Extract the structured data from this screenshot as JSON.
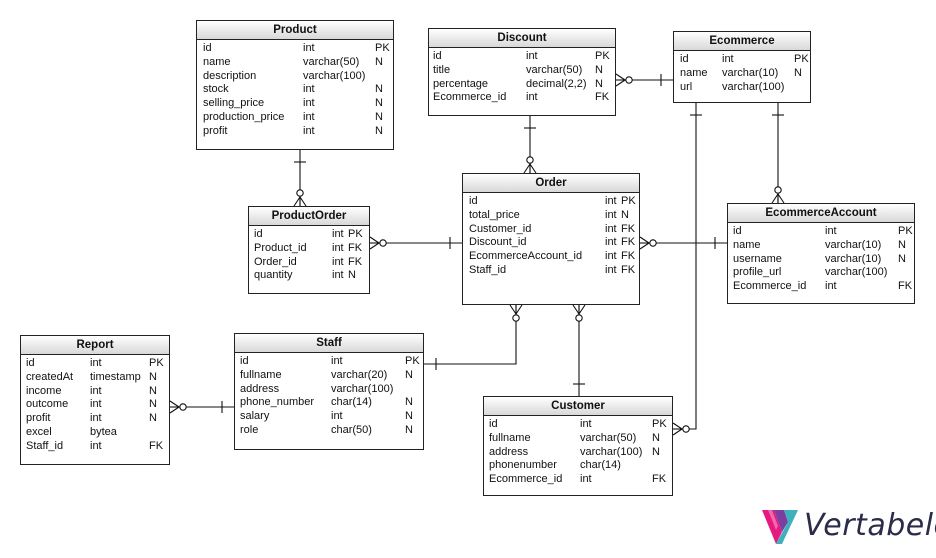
{
  "entities": {
    "product": {
      "title": "Product",
      "columns": [
        {
          "name": "id",
          "type": "int",
          "flag": "PK"
        },
        {
          "name": "name",
          "type": "varchar(50)",
          "flag": "N"
        },
        {
          "name": "description",
          "type": "varchar(100)",
          "flag": ""
        },
        {
          "name": "stock",
          "type": "int",
          "flag": "N"
        },
        {
          "name": "selling_price",
          "type": "int",
          "flag": "N"
        },
        {
          "name": "production_price",
          "type": "int",
          "flag": "N"
        },
        {
          "name": "profit",
          "type": "int",
          "flag": "N"
        }
      ]
    },
    "discount": {
      "title": "Discount",
      "columns": [
        {
          "name": "id",
          "type": "int",
          "flag": "PK"
        },
        {
          "name": "title",
          "type": "varchar(50)",
          "flag": "N"
        },
        {
          "name": "percentage",
          "type": "decimal(2,2)",
          "flag": "N"
        },
        {
          "name": "Ecommerce_id",
          "type": "int",
          "flag": "FK"
        }
      ]
    },
    "ecommerce": {
      "title": "Ecommerce",
      "columns": [
        {
          "name": "id",
          "type": "int",
          "flag": "PK"
        },
        {
          "name": "name",
          "type": "varchar(10)",
          "flag": "N"
        },
        {
          "name": "url",
          "type": "varchar(100)",
          "flag": ""
        }
      ]
    },
    "order": {
      "title": "Order",
      "columns": [
        {
          "name": "id",
          "type": "int",
          "flag": "PK"
        },
        {
          "name": "total_price",
          "type": "int",
          "flag": "N"
        },
        {
          "name": "Customer_id",
          "type": "int",
          "flag": "FK"
        },
        {
          "name": "Discount_id",
          "type": "int",
          "flag": "FK"
        },
        {
          "name": "EcommerceAccount_id",
          "type": "int",
          "flag": "FK"
        },
        {
          "name": "Staff_id",
          "type": "int",
          "flag": "FK"
        }
      ]
    },
    "productorder": {
      "title": "ProductOrder",
      "columns": [
        {
          "name": "id",
          "type": "int",
          "flag": "PK"
        },
        {
          "name": "Product_id",
          "type": "int",
          "flag": "FK"
        },
        {
          "name": "Order_id",
          "type": "int",
          "flag": "FK"
        },
        {
          "name": "quantity",
          "type": "int",
          "flag": "N"
        }
      ]
    },
    "ecommerceaccount": {
      "title": "EcommerceAccount",
      "columns": [
        {
          "name": "id",
          "type": "int",
          "flag": "PK"
        },
        {
          "name": "name",
          "type": "varchar(10)",
          "flag": "N"
        },
        {
          "name": "username",
          "type": "varchar(10)",
          "flag": "N"
        },
        {
          "name": "profile_url",
          "type": "varchar(100)",
          "flag": ""
        },
        {
          "name": "Ecommerce_id",
          "type": "int",
          "flag": "FK"
        }
      ]
    },
    "report": {
      "title": "Report",
      "columns": [
        {
          "name": "id",
          "type": "int",
          "flag": "PK"
        },
        {
          "name": "createdAt",
          "type": "timestamp",
          "flag": "N"
        },
        {
          "name": "income",
          "type": "int",
          "flag": "N"
        },
        {
          "name": "outcome",
          "type": "int",
          "flag": "N"
        },
        {
          "name": "profit",
          "type": "int",
          "flag": "N"
        },
        {
          "name": "excel",
          "type": "bytea",
          "flag": ""
        },
        {
          "name": "Staff_id",
          "type": "int",
          "flag": "FK"
        }
      ]
    },
    "staff": {
      "title": "Staff",
      "columns": [
        {
          "name": "id",
          "type": "int",
          "flag": "PK"
        },
        {
          "name": "fullname",
          "type": "varchar(20)",
          "flag": "N"
        },
        {
          "name": "address",
          "type": "varchar(100)",
          "flag": ""
        },
        {
          "name": "phone_number",
          "type": "char(14)",
          "flag": "N"
        },
        {
          "name": "salary",
          "type": "int",
          "flag": "N"
        },
        {
          "name": "role",
          "type": "char(50)",
          "flag": "N"
        }
      ]
    },
    "customer": {
      "title": "Customer",
      "columns": [
        {
          "name": "id",
          "type": "int",
          "flag": "PK"
        },
        {
          "name": "fullname",
          "type": "varchar(50)",
          "flag": "N"
        },
        {
          "name": "address",
          "type": "varchar(100)",
          "flag": "N"
        },
        {
          "name": "phonenumber",
          "type": "char(14)",
          "flag": ""
        },
        {
          "name": "Ecommerce_id",
          "type": "int",
          "flag": "FK"
        }
      ]
    }
  },
  "relationships": [
    {
      "one": "product",
      "many": "productorder"
    },
    {
      "one": "order",
      "many": "productorder"
    },
    {
      "one": "ecommerce",
      "many": "discount"
    },
    {
      "one": "discount",
      "many": "order"
    },
    {
      "one": "ecommerce",
      "many": "ecommerceaccount"
    },
    {
      "one": "ecommerceaccount",
      "many": "order"
    },
    {
      "one": "ecommerce",
      "many": "customer"
    },
    {
      "one": "staff",
      "many": "order"
    },
    {
      "one": "customer",
      "many": "order"
    },
    {
      "one": "staff",
      "many": "report"
    }
  ],
  "logo": {
    "text": "Vertabelo",
    "colors": [
      "#e5197e",
      "#7b3fa0",
      "#2aa9b6"
    ]
  }
}
